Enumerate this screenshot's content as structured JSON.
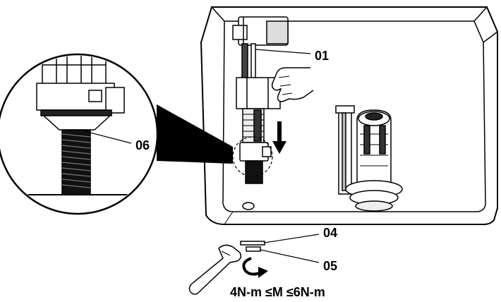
{
  "labels": {
    "fill_valve": "01",
    "washer": "04",
    "nut": "05",
    "shank": "06"
  },
  "torque_spec": "4N-m ≤M ≤6N-m",
  "colors": {
    "ink": "#000000",
    "paper": "#ffffff",
    "shade": "#cfcfcf"
  }
}
